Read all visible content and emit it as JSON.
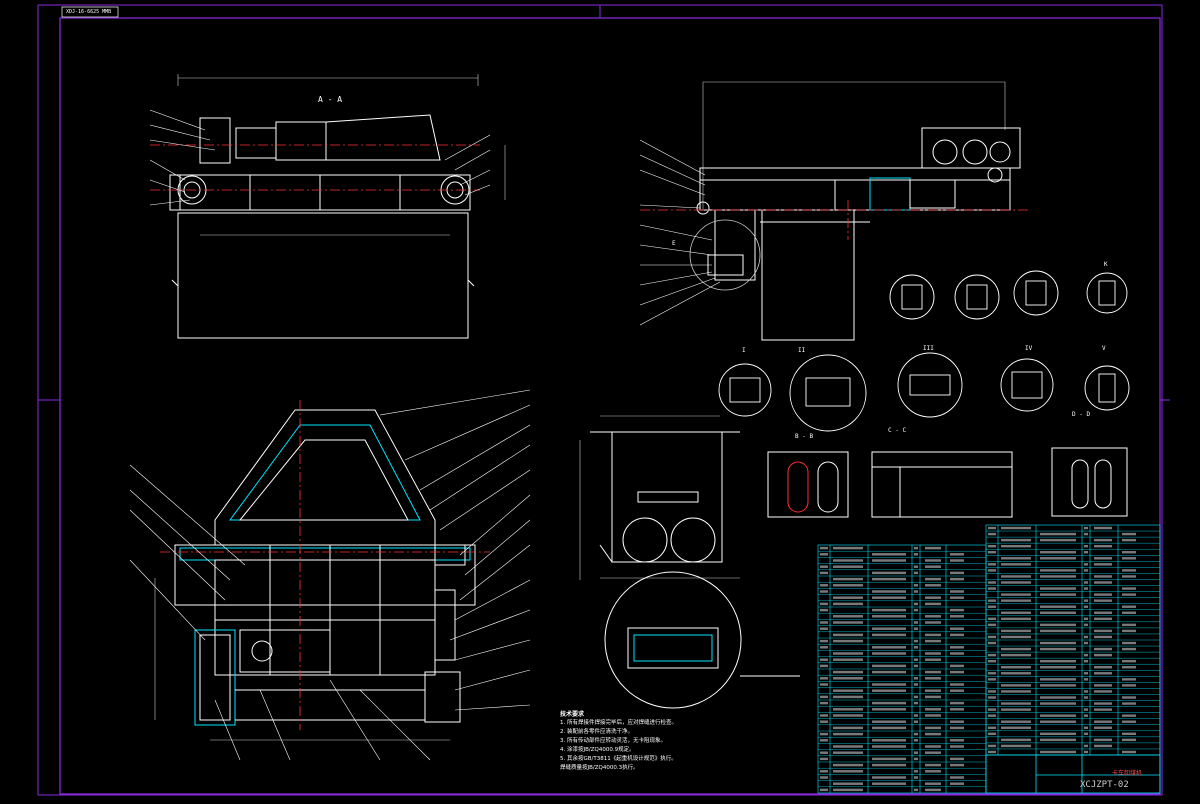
{
  "drawing": {
    "corner_tag": "XDJ-16-6625 MMB",
    "drawing_code": "XCJZPT-02",
    "product_name": "卡车卸煤机",
    "section_labels": {
      "top_left_view": "A - A",
      "detail_I": "I",
      "detail_II": "II",
      "detail_III": "III",
      "detail_IV": "IV",
      "detail_V": "V",
      "view_B_B": "B - B",
      "view_C_C": "C - C",
      "view_D_D": "D - D",
      "view_E": "E",
      "view_K": "K"
    }
  },
  "tech_notes": {
    "title": "技术要求",
    "lines": [
      "1. 所有焊接件焊接完毕后，应对焊缝进行检查。",
      "2. 装配前各零件应清洗干净。",
      "3. 所有传动部件应转动灵活，无卡阻现象。",
      "4. 涂漆按JB/ZQ4000.9规定。",
      "5. 其余按GB/T3811《起重机设计规范》执行。",
      "   焊缝质量按JB/ZQ4000.3执行。"
    ]
  },
  "colors": {
    "background": "#000000",
    "frame": "#8a2be2",
    "outline": "#ffffff",
    "center_line": "#ff3030",
    "cyan_line": "#00e5ff",
    "table_line": "#00e5ff",
    "dim_line": "#cccccc"
  }
}
